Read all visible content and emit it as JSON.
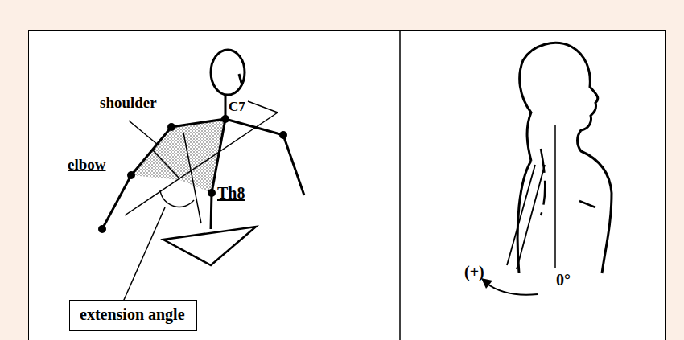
{
  "diagram": {
    "nodes": [
      {
        "text": [
          "extension angle"
        ]
      }
    ],
    "labels": [
      "shoulder",
      "elbow",
      "C7",
      "Th8",
      "(+)",
      "0°"
    ]
  }
}
